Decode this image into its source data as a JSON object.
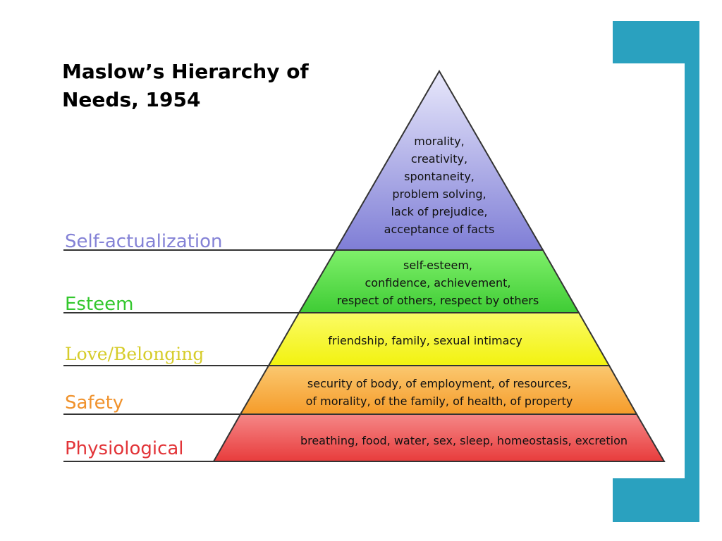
{
  "title": {
    "line1": "Maslow’s Hierarchy of",
    "line2": "Needs, 1954"
  },
  "colors": {
    "accent": "#2aa1bf",
    "self_actualization": "#8482d6",
    "esteem": "#33c72d",
    "love_belonging": "#d6cc2a",
    "safety": "#f0922c",
    "physiological": "#e23438"
  },
  "levels": [
    {
      "name": "Self-actualization",
      "lines": [
        "morality,",
        "creativity,",
        "spontaneity,",
        "problem solving,",
        "lack of prejudice,",
        "acceptance of facts"
      ]
    },
    {
      "name": "Esteem",
      "lines": [
        "self-esteem,",
        "confidence, achievement,",
        "respect of others, respect by others"
      ]
    },
    {
      "name": "Love/Belonging",
      "lines": [
        "friendship, family, sexual intimacy"
      ]
    },
    {
      "name": "Safety",
      "lines": [
        "security of body, of employment, of resources,",
        "of morality, of the family, of health, of property"
      ]
    },
    {
      "name": "Physiological",
      "lines": [
        "breathing, food, water, sex, sleep, homeostasis, excretion"
      ]
    }
  ]
}
